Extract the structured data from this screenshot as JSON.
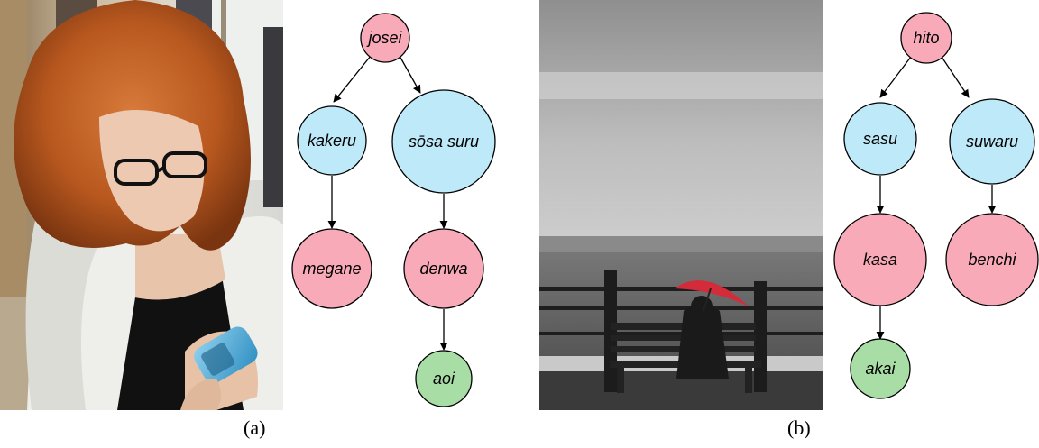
{
  "colors": {
    "entity_node": "#f9aab8",
    "predicate_node": "#bde9f8",
    "attribute_node": "#a8deA6",
    "edge": "#000000"
  },
  "panels": [
    {
      "caption": "(a)",
      "photo": "woman-with-red-hair-glasses-holding-blue-phone",
      "tree": {
        "nodes": [
          {
            "id": "josei",
            "label": "josei",
            "kind": "entity"
          },
          {
            "id": "kakeru",
            "label": "kakeru",
            "kind": "predicate"
          },
          {
            "id": "sosa",
            "label": "sōsa suru",
            "kind": "predicate"
          },
          {
            "id": "megane",
            "label": "megane",
            "kind": "entity"
          },
          {
            "id": "denwa",
            "label": "denwa",
            "kind": "entity"
          },
          {
            "id": "aoi",
            "label": "aoi",
            "kind": "attribute"
          }
        ],
        "edges": [
          [
            "josei",
            "kakeru"
          ],
          [
            "josei",
            "sosa"
          ],
          [
            "kakeru",
            "megane"
          ],
          [
            "sosa",
            "denwa"
          ],
          [
            "denwa",
            "aoi"
          ]
        ]
      }
    },
    {
      "caption": "(b)",
      "photo": "person-with-red-umbrella-on-bench-by-sea",
      "tree": {
        "nodes": [
          {
            "id": "hito",
            "label": "hito",
            "kind": "entity"
          },
          {
            "id": "sasu",
            "label": "sasu",
            "kind": "predicate"
          },
          {
            "id": "suwaru",
            "label": "suwaru",
            "kind": "predicate"
          },
          {
            "id": "kasa",
            "label": "kasa",
            "kind": "entity"
          },
          {
            "id": "benchi",
            "label": "benchi",
            "kind": "entity"
          },
          {
            "id": "akai",
            "label": "akai",
            "kind": "attribute"
          }
        ],
        "edges": [
          [
            "hito",
            "sasu"
          ],
          [
            "hito",
            "suwaru"
          ],
          [
            "sasu",
            "kasa"
          ],
          [
            "suwaru",
            "benchi"
          ],
          [
            "kasa",
            "akai"
          ]
        ]
      }
    }
  ]
}
